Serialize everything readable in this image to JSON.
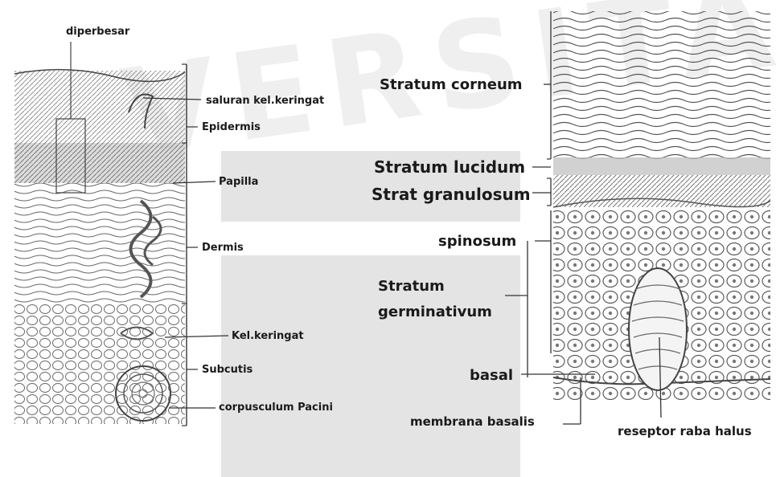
{
  "watermark": {
    "text": "VERSITAS"
  },
  "left_diagram": {
    "labels": {
      "diperbesar": "diperbesar",
      "saluran": "saluran kel.keringat",
      "epidermis": "Epidermis",
      "papilla": "Papilla",
      "dermis": "Dermis",
      "kel_keringat": "Kel.keringat",
      "subcutis": "Subcutis",
      "pacini": "corpusculum Pacini"
    }
  },
  "right_diagram": {
    "labels": {
      "corneum": "Stratum corneum",
      "lucidum": "Stratum lucidum",
      "granulosum": "Strat granulosum",
      "spinosum": "spinosum",
      "germinativum_1": "Stratum",
      "germinativum_2": "germinativum",
      "basal": "basal",
      "membrana": "membrana basalis",
      "reseptor": "reseptor raba halus"
    }
  }
}
